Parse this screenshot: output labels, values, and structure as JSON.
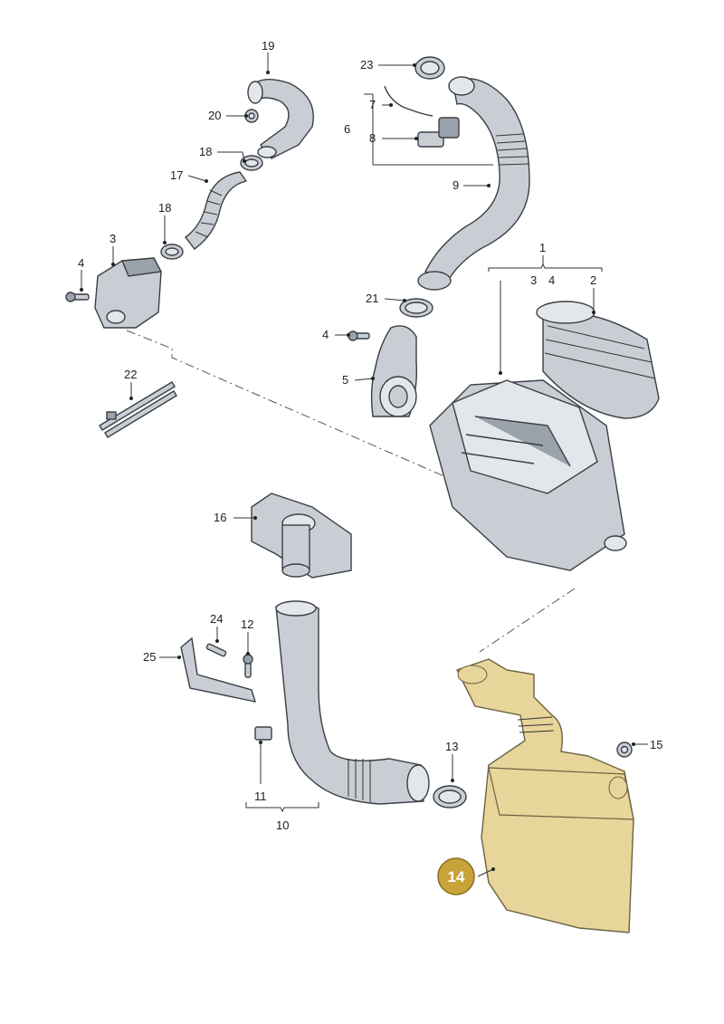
{
  "callouts": {
    "c1": "1",
    "c2": "2",
    "c3": "3",
    "c3b": "3",
    "c4a": "4",
    "c4b": "4",
    "c4c": "4",
    "c5": "5",
    "c6": "6",
    "c7": "7",
    "c8": "8",
    "c9": "9",
    "c10": "10",
    "c11": "11",
    "c12": "12",
    "c13": "13",
    "c15": "15",
    "c16": "16",
    "c17": "17",
    "c18a": "18",
    "c18b": "18",
    "c19": "19",
    "c20": "20",
    "c21": "21",
    "c22": "22",
    "c23": "23",
    "c24": "24",
    "c25": "25"
  },
  "highlight": {
    "label": "14",
    "color": "#c9a23a",
    "part_color": "#e8d59a"
  },
  "colors": {
    "part_fill": "#c9ced4",
    "outline": "#3a3f45"
  }
}
